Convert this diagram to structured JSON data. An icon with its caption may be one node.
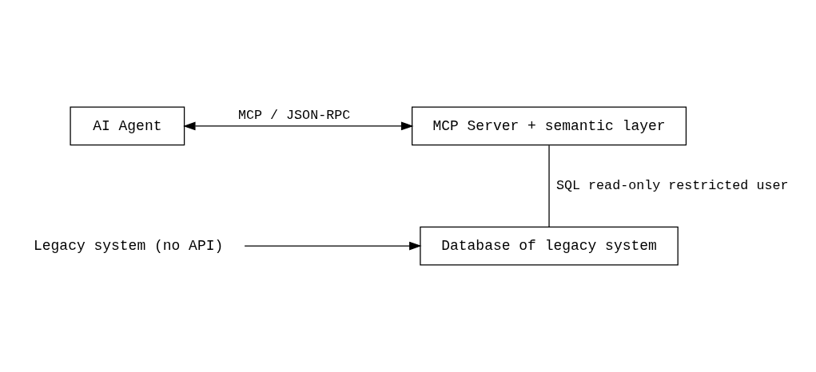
{
  "diagram": {
    "nodes": [
      {
        "text": [
          "AI Agent"
        ]
      },
      {
        "text": [
          "MCP Server + semantic layer"
        ]
      },
      {
        "text": [
          "Database of legacy system"
        ]
      },
      {
        "text": [
          "Legacy system (no API)"
        ]
      }
    ],
    "edges": [
      {
        "from": 0,
        "to": 1,
        "arrow": "both",
        "label": "MCP / JSON-RPC"
      },
      {
        "from": 1,
        "to": 2,
        "arrow": "none",
        "label": "SQL read-only restricted user"
      },
      {
        "from": 3,
        "to": 2,
        "arrow": "to"
      }
    ]
  }
}
